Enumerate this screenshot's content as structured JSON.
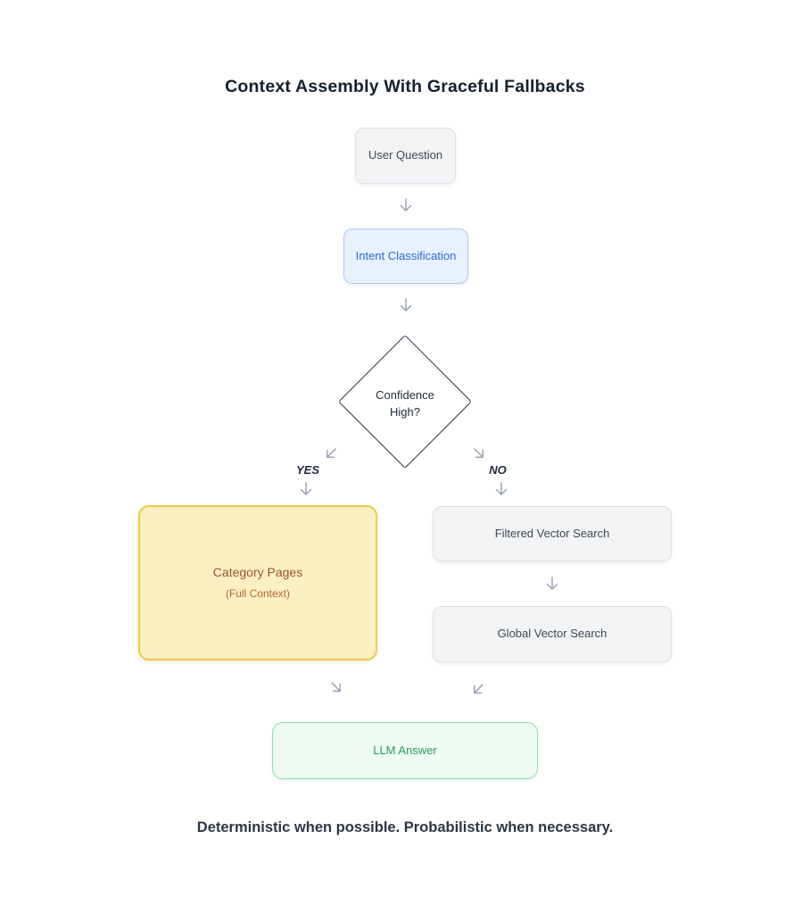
{
  "diagram": {
    "title": "Context Assembly With Graceful Fallbacks",
    "caption": "Deterministic when possible. Probabilistic when necessary.",
    "nodes": {
      "user_question": {
        "label": "User Question"
      },
      "intent_classification": {
        "label": "Intent Classification"
      },
      "confidence_check": {
        "line1": "Confidence",
        "line2": "High?"
      },
      "category_pages": {
        "label": "Category Pages",
        "sublabel": "(Full Context)"
      },
      "filtered_vector_search": {
        "label": "Filtered Vector Search"
      },
      "global_vector_search": {
        "label": "Global Vector Search"
      },
      "llm_answer": {
        "label": "LLM Answer"
      }
    },
    "branch_labels": {
      "yes": "YES",
      "no": "NO"
    },
    "colors": {
      "title_text": "#15202f",
      "caption_text": "#2b3748",
      "default_node_bg": "#f2f3f5",
      "default_node_border": "#dcdfe3",
      "default_node_text": "#3d4759",
      "intent_bg": "#e8f1fd",
      "intent_border": "#a8c9f7",
      "intent_text": "#2d68d8",
      "decision_border": "#2b3547",
      "decision_text": "#222c3d",
      "category_bg": "#fbf0c2",
      "category_border": "#f0c844",
      "category_text": "#9e5430",
      "category_subtext": "#b2672f",
      "llm_bg": "#eefaf2",
      "llm_border": "#8fe1ab",
      "llm_text": "#2a9d5c",
      "arrow": "#9aa4b5"
    }
  }
}
